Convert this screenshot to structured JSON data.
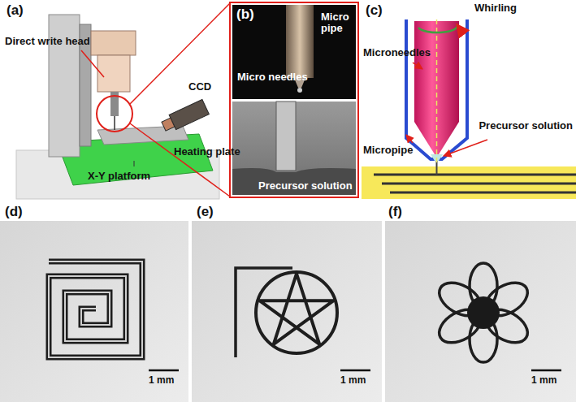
{
  "diagram": {
    "labels": [
      "(a)",
      "Direct write head",
      "CCD",
      "Heating plate",
      "X-Y platform",
      "(b)",
      "Micro pipe",
      "Micro needles",
      "Precursor solution",
      "(c)",
      "Whirling",
      "Microneedles",
      "Micropipe",
      "Precursor solution",
      "(d)",
      "(e)",
      "(f)",
      "1 mm",
      "1 mm",
      "1 mm"
    ]
  }
}
